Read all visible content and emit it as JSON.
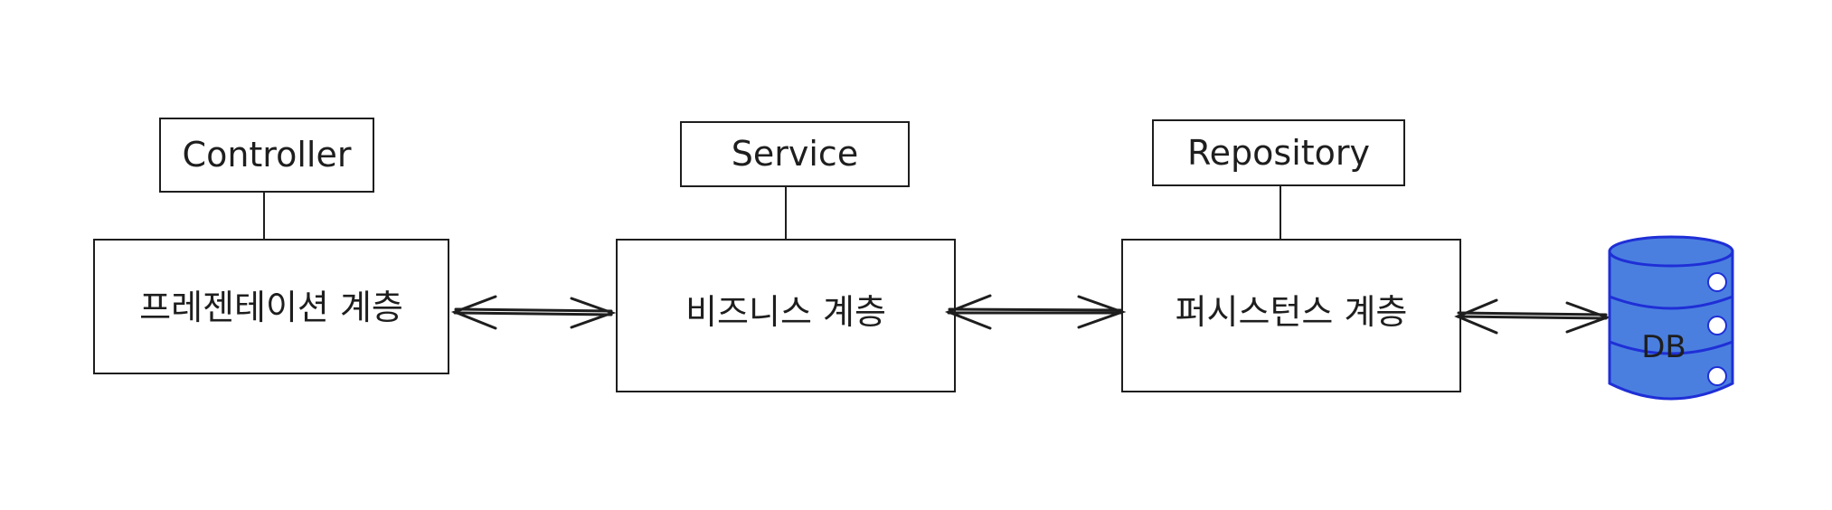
{
  "layers": [
    {
      "id": "presentation",
      "tag": "Controller",
      "label": "프레젠테이션 계층"
    },
    {
      "id": "business",
      "tag": "Service",
      "label": "비즈니스 계층"
    },
    {
      "id": "persistence",
      "tag": "Repository",
      "label": "퍼시스턴스 계층"
    }
  ],
  "database": {
    "label": "DB"
  },
  "colors": {
    "stroke": "#1e1e1e",
    "db_fill": "#4a7fe0",
    "db_stroke": "#1f2fd6",
    "background": "#ffffff"
  }
}
